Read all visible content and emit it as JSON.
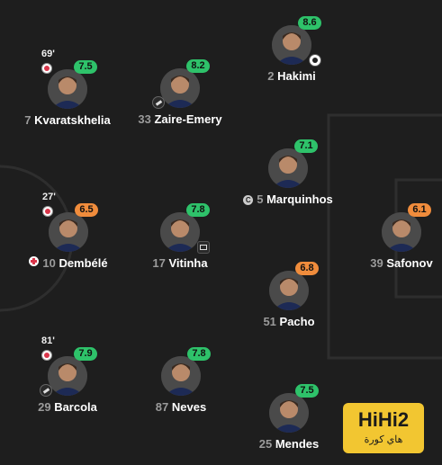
{
  "players": [
    {
      "id": "hakimi",
      "number": "2",
      "name": "Hakimi",
      "rating": "8.6",
      "rating_color": "green",
      "event": "ball"
    },
    {
      "id": "kvaratskhelia",
      "number": "7",
      "name": "Kvaratskhelia",
      "rating": "7.5",
      "rating_color": "green",
      "minute": "69'",
      "subbed": true
    },
    {
      "id": "zaire-emery",
      "number": "33",
      "name": "Zaire-Emery",
      "rating": "8.2",
      "rating_color": "green",
      "boot": true
    },
    {
      "id": "marquinhos",
      "number": "5",
      "name": "Marquinhos",
      "rating": "7.1",
      "rating_color": "green",
      "captain": true,
      "captain_letter": "C"
    },
    {
      "id": "dembele",
      "number": "10",
      "name": "Dembélé",
      "rating": "6.5",
      "rating_color": "orange",
      "minute": "27'",
      "subbed": true,
      "card": true
    },
    {
      "id": "vitinha",
      "number": "17",
      "name": "Vitinha",
      "rating": "7.8",
      "rating_color": "green",
      "event": "var"
    },
    {
      "id": "safonov",
      "number": "39",
      "name": "Safonov",
      "rating": "6.1",
      "rating_color": "orange"
    },
    {
      "id": "pacho",
      "number": "51",
      "name": "Pacho",
      "rating": "6.8",
      "rating_color": "orange"
    },
    {
      "id": "barcola",
      "number": "29",
      "name": "Barcola",
      "rating": "7.9",
      "rating_color": "green",
      "minute": "81'",
      "subbed": true,
      "boot": true
    },
    {
      "id": "neves",
      "number": "87",
      "name": "Neves",
      "rating": "7.8",
      "rating_color": "green"
    },
    {
      "id": "mendes",
      "number": "25",
      "name": "Mendes",
      "rating": "7.5",
      "rating_color": "green"
    }
  ],
  "watermark": {
    "main": "HiHi2",
    "sub": "هاي كورة"
  },
  "colors": {
    "rating_green": "#2ec26a",
    "rating_orange": "#f08c3c",
    "background": "#1e1e1e"
  }
}
